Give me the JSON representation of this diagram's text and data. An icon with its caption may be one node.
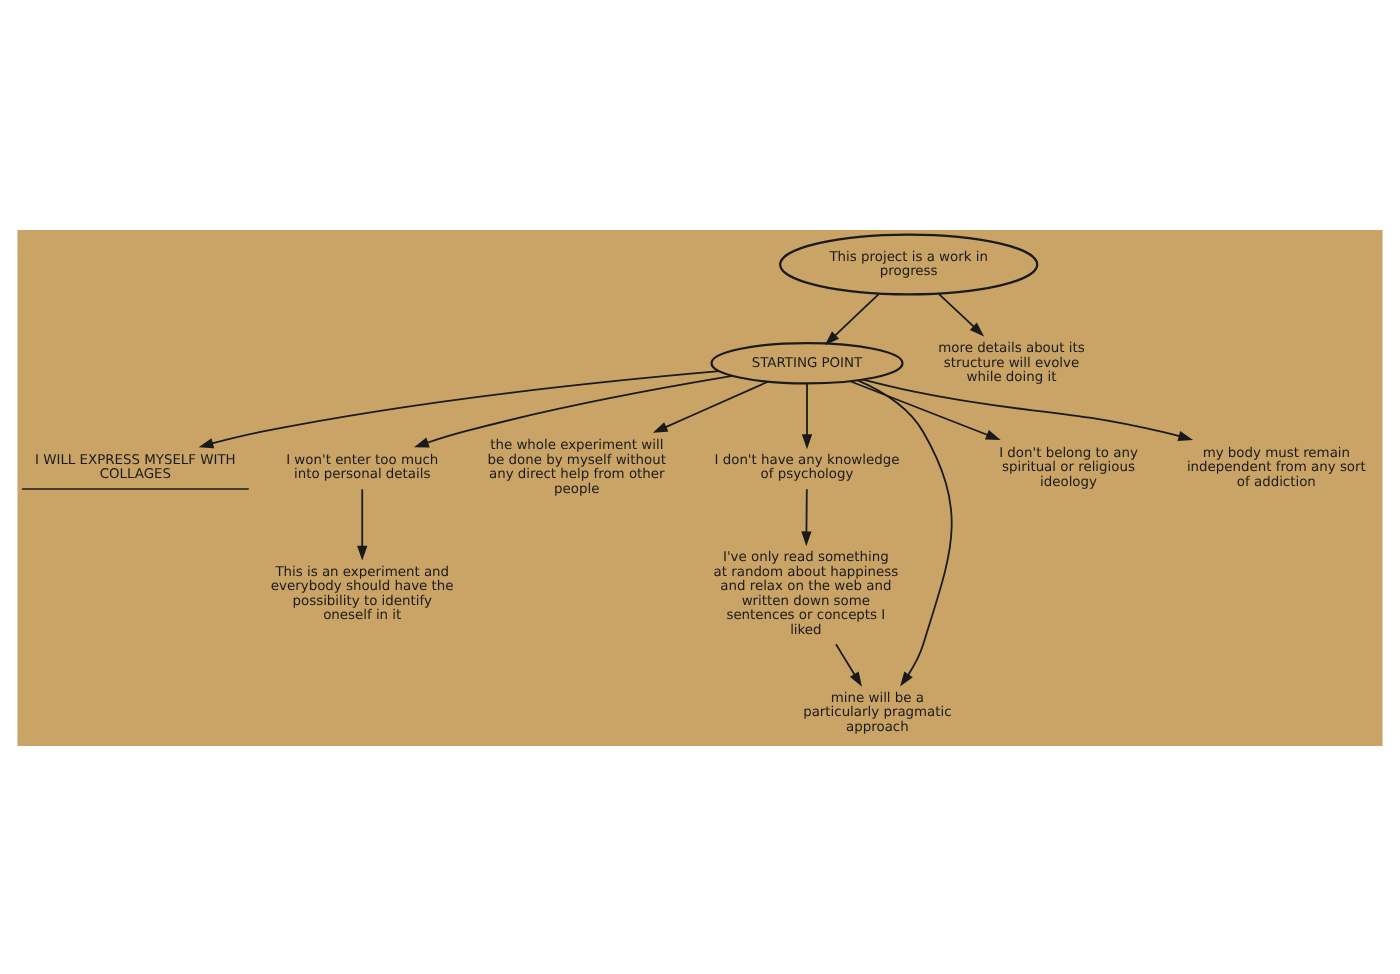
{
  "diagram": {
    "nodes": [
      {
        "text": [
          "STARTING POINT"
        ]
      },
      {
        "text": [
          "I WILL EXPRESS MYSELF WITH COLLAGES"
        ]
      },
      {
        "text": [
          "I won't enter too much into personal details"
        ]
      },
      {
        "text": [
          "This is an experiment and everybody should have the possibility to identify oneself in it"
        ]
      },
      {
        "text": [
          "This project is a work in progress"
        ]
      },
      {
        "text": [
          "more details about its structure will evolve while doing it"
        ]
      },
      {
        "text": [
          "the whole experiment will be done by myself without any direct help from other people"
        ]
      },
      {
        "text": [
          "I don't have any knowledge of psychology"
        ]
      },
      {
        "text": [
          "I've only read something at random about happiness and relax on the web and written down some sentences or concepts I liked"
        ]
      },
      {
        "text": [
          "mine will be a particularly pragmatic approach"
        ]
      },
      {
        "text": [
          "I don't belong to any spiritual or religious ideology"
        ]
      },
      {
        "text": [
          "my body must remain independent from any sort of addiction"
        ]
      }
    ],
    "edges": [
      {
        "from": 0,
        "to": 1,
        "arrow": "to"
      },
      {
        "from": 0,
        "to": 2,
        "arrow": "to"
      },
      {
        "from": 2,
        "to": 3,
        "arrow": "to"
      },
      {
        "from": 4,
        "to": 5,
        "arrow": "to"
      },
      {
        "from": 4,
        "to": 0,
        "arrow": "to"
      },
      {
        "from": 0,
        "to": 6,
        "arrow": "to"
      },
      {
        "from": 0,
        "to": 7,
        "arrow": "to"
      },
      {
        "from": 7,
        "to": 8,
        "arrow": "to"
      },
      {
        "from": 8,
        "to": 9,
        "arrow": "to"
      },
      {
        "from": 0,
        "to": 9,
        "arrow": "to"
      },
      {
        "from": 0,
        "to": 10,
        "arrow": "to"
      },
      {
        "from": 0,
        "to": 11,
        "arrow": "to"
      }
    ]
  }
}
